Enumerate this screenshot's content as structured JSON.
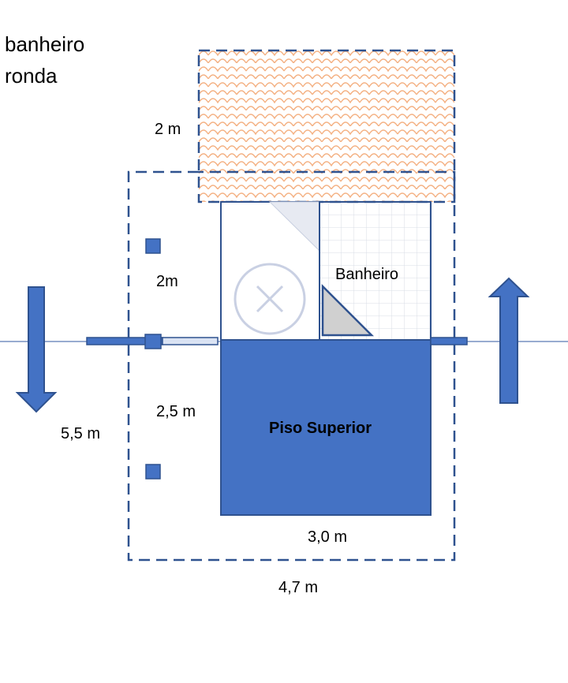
{
  "corner_text": {
    "line1": "banheiro",
    "line2": "ronda"
  },
  "dimensions": {
    "top_height": "2 m",
    "middle_height": "2m",
    "lower_height": "2,5 m",
    "overall_height": "5,5  m",
    "inner_width": "3,0  m",
    "overall_width": "4,7  m"
  },
  "rooms": {
    "bathroom": "Banheiro",
    "upper_floor": "Piso Superior"
  },
  "colors": {
    "primary": "#4472C4",
    "outline": "#2F528F",
    "hatch": "#F4B183",
    "line": "#5B7BB5"
  },
  "icons": [
    "down-arrow-icon",
    "up-arrow-icon",
    "fan-x-icon",
    "triangle-icon"
  ]
}
